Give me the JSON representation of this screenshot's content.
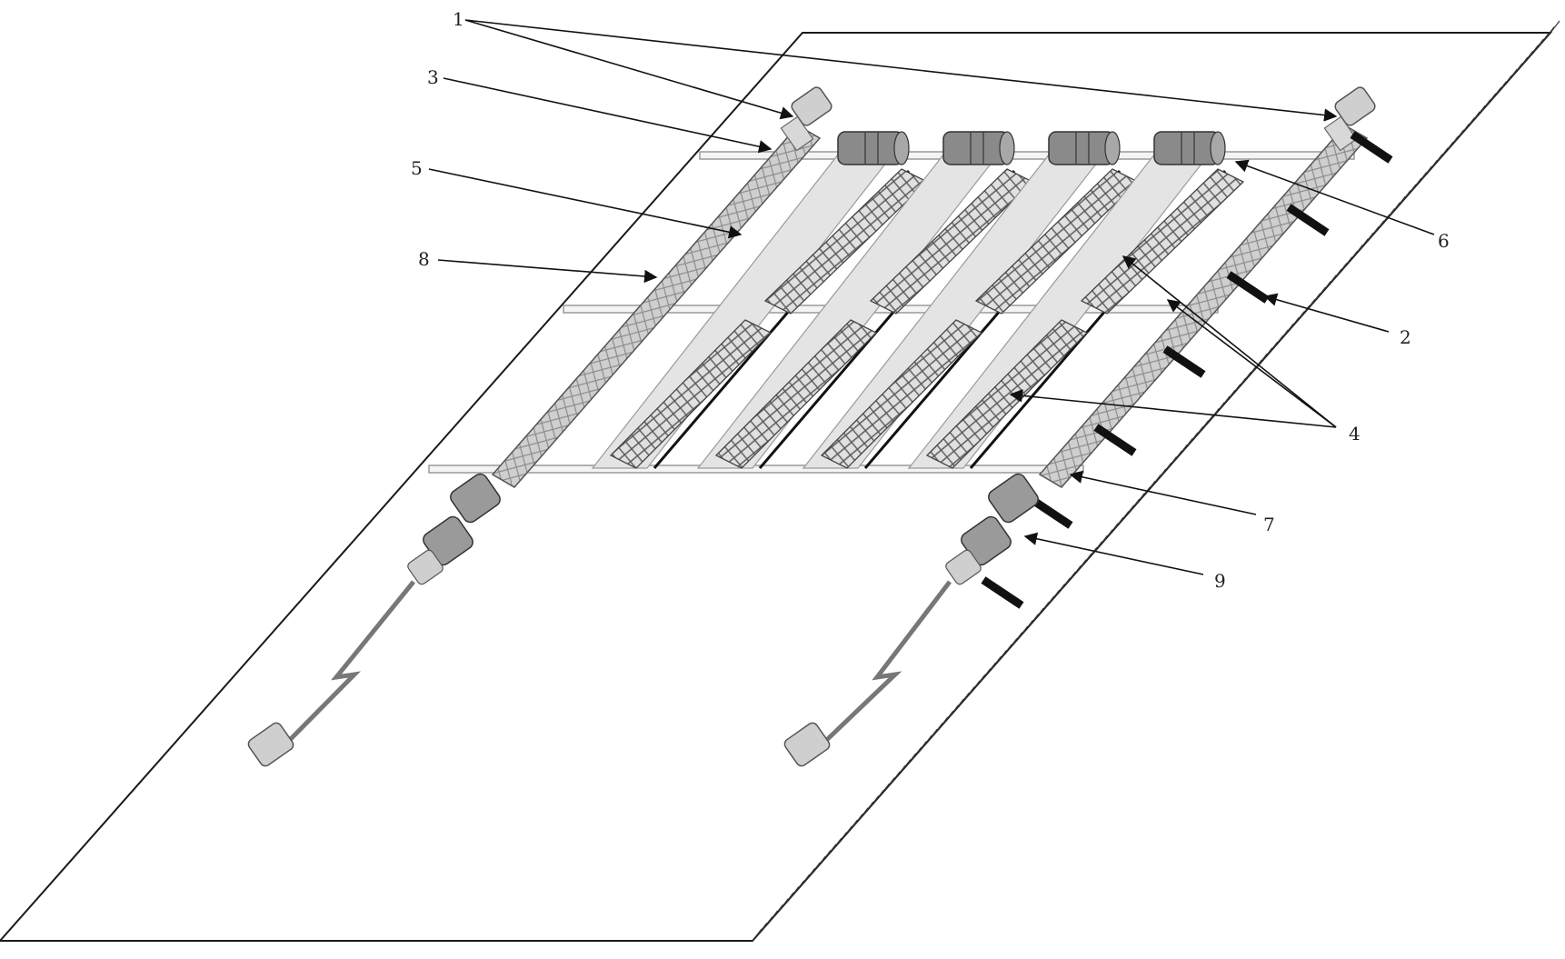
{
  "figure": {
    "callouts": [
      {
        "id": "1",
        "text": "1"
      },
      {
        "id": "2",
        "text": "2"
      },
      {
        "id": "3",
        "text": "3"
      },
      {
        "id": "4",
        "text": "4"
      },
      {
        "id": "5",
        "text": "5"
      },
      {
        "id": "6",
        "text": "6"
      },
      {
        "id": "7",
        "text": "7"
      },
      {
        "id": "8",
        "text": "8"
      },
      {
        "id": "9",
        "text": "9"
      }
    ]
  },
  "colors": {
    "outline": "#1a1a1a",
    "plate_fill": "#ffffff",
    "rail_fill": "#d4d4d4",
    "belt_fill": "#e4e4e4",
    "roller_fill": "#c2c2c2",
    "motor_fill": "#8a8a8a",
    "bracket_fill": "#111111"
  }
}
